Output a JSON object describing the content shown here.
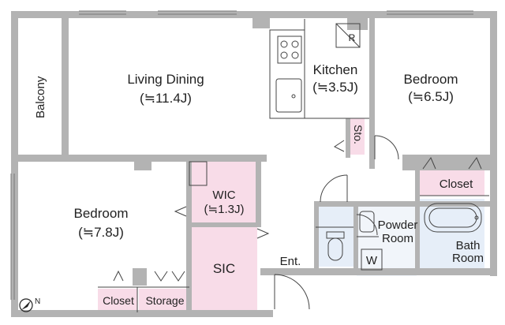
{
  "rooms": {
    "balcony": "Balcony",
    "living_name": "Living Dining",
    "living_area": "(≒11.4J)",
    "kitchen_name": "Kitchen",
    "kitchen_area": "(≒3.5J)",
    "bedroom_ne_name": "Bedroom",
    "bedroom_ne_area": "(≒6.5J)",
    "bedroom_sw_name": "Bedroom",
    "bedroom_sw_area": "(≒7.8J)",
    "wic_name": "WIC",
    "wic_area": "(≒1.3J)",
    "sic": "SIC",
    "entrance": "Ent.",
    "powder_line1": "Powder",
    "powder_line2": "Room",
    "bath_line1": "Bath",
    "bath_line2": "Room",
    "closet_ne": "Closet",
    "closet_sw": "Closet",
    "storage": "Storage",
    "sto": "Sto.",
    "fridge": "R",
    "washer": "W"
  },
  "colors": {
    "wall": "#b3b3b3",
    "pink": "#f8dce8",
    "wet": "#e6eef8",
    "line": "#444444"
  }
}
